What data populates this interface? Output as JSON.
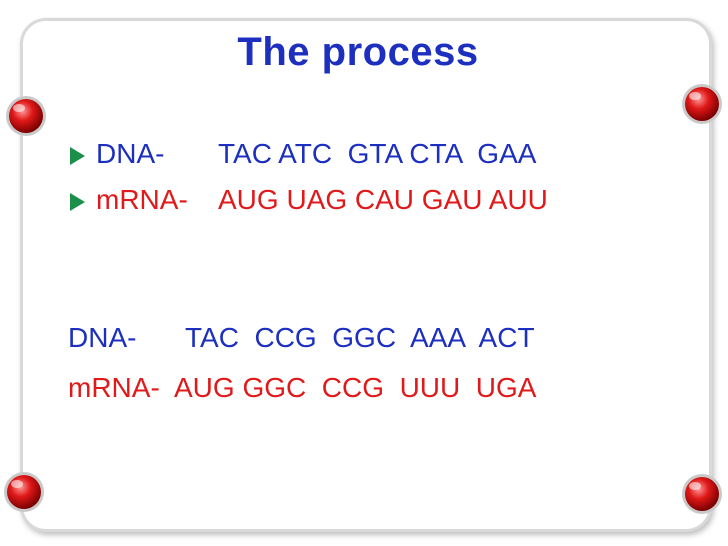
{
  "slide": {
    "title": "The process",
    "bullets": [
      {
        "label": "DNA-",
        "sequence": "TAC ATC  GTA CTA  GAA",
        "color": "#1c2fbf"
      },
      {
        "label": "mRNA-",
        "sequence": "AUG UAG CAU GAU AUU",
        "color": "#e01a1a"
      }
    ],
    "lines": [
      {
        "label": "DNA-",
        "sequence": "TAC  CCG  GGC  AAA  ACT",
        "color": "#1c2fbf"
      },
      {
        "label": "mRNA-",
        "sequence": "AUG GGC  CCG  UUU  UGA",
        "color": "#e01a1a"
      }
    ]
  },
  "decor": {
    "pin_icon": "red-pushpin-icon",
    "bullet_icon": "green-triangle-bullet-icon",
    "accent_blue": "#1c2fbf",
    "accent_red": "#e01a1a",
    "bullet_green": "#1b8f4a"
  }
}
